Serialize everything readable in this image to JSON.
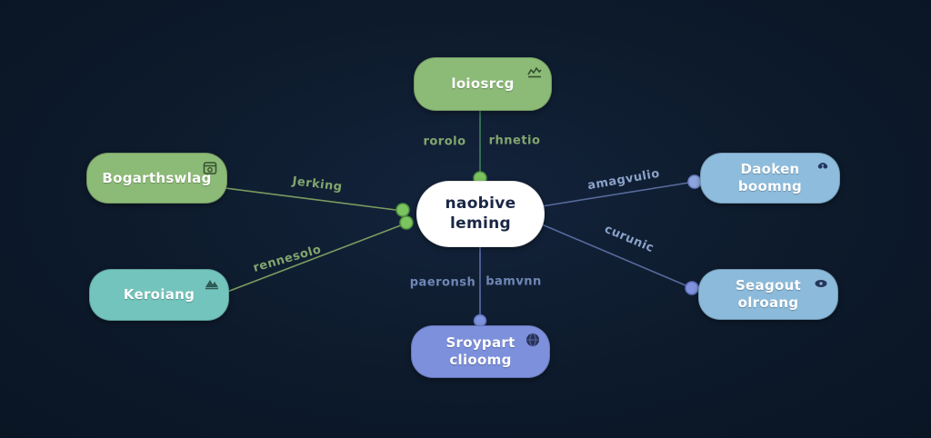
{
  "diagram": {
    "center": {
      "label": "naobive leming"
    },
    "nodes": {
      "top": {
        "label": "loiosrcg",
        "icon": "chart-icon"
      },
      "left_top": {
        "label": "Bogarthswlag",
        "icon": "calendar-icon"
      },
      "left_bottom": {
        "label": "Keroiang",
        "icon": "mountain-icon"
      },
      "right_top": {
        "line1": "Daoken",
        "line2": "boomng",
        "icon": "moon-icon"
      },
      "right_bottom": {
        "line1": "Seagout",
        "line2": "olroang",
        "icon": "eye-icon"
      },
      "bottom": {
        "line1": "Sroypart",
        "line2": "clioomg",
        "icon": "globe-icon"
      }
    },
    "edge_labels": {
      "top_left": "rorolo",
      "top_right": "rhnetio",
      "left_top": "Jerking",
      "left_bottom": "rennesolo",
      "right_top": "amagvulio",
      "right_bottom": "curunic",
      "bottom_left": "paeronsh",
      "bottom_right": "bamvnn"
    },
    "colors": {
      "background": "#0d1a2b",
      "green_node": "#8cba77",
      "teal_node": "#73c4bc",
      "blue_node": "#8ebcdc",
      "indigo_node": "#7d90dc",
      "center_node": "#ffffff",
      "green_edge": "#7b9b5f",
      "green_edge_dark": "#3e7e5c",
      "blue_edge": "#566a9c",
      "indigo_edge": "#5b6cad",
      "green_dot": "#7cc460",
      "indigo_dot": "#8ea4e0"
    }
  }
}
